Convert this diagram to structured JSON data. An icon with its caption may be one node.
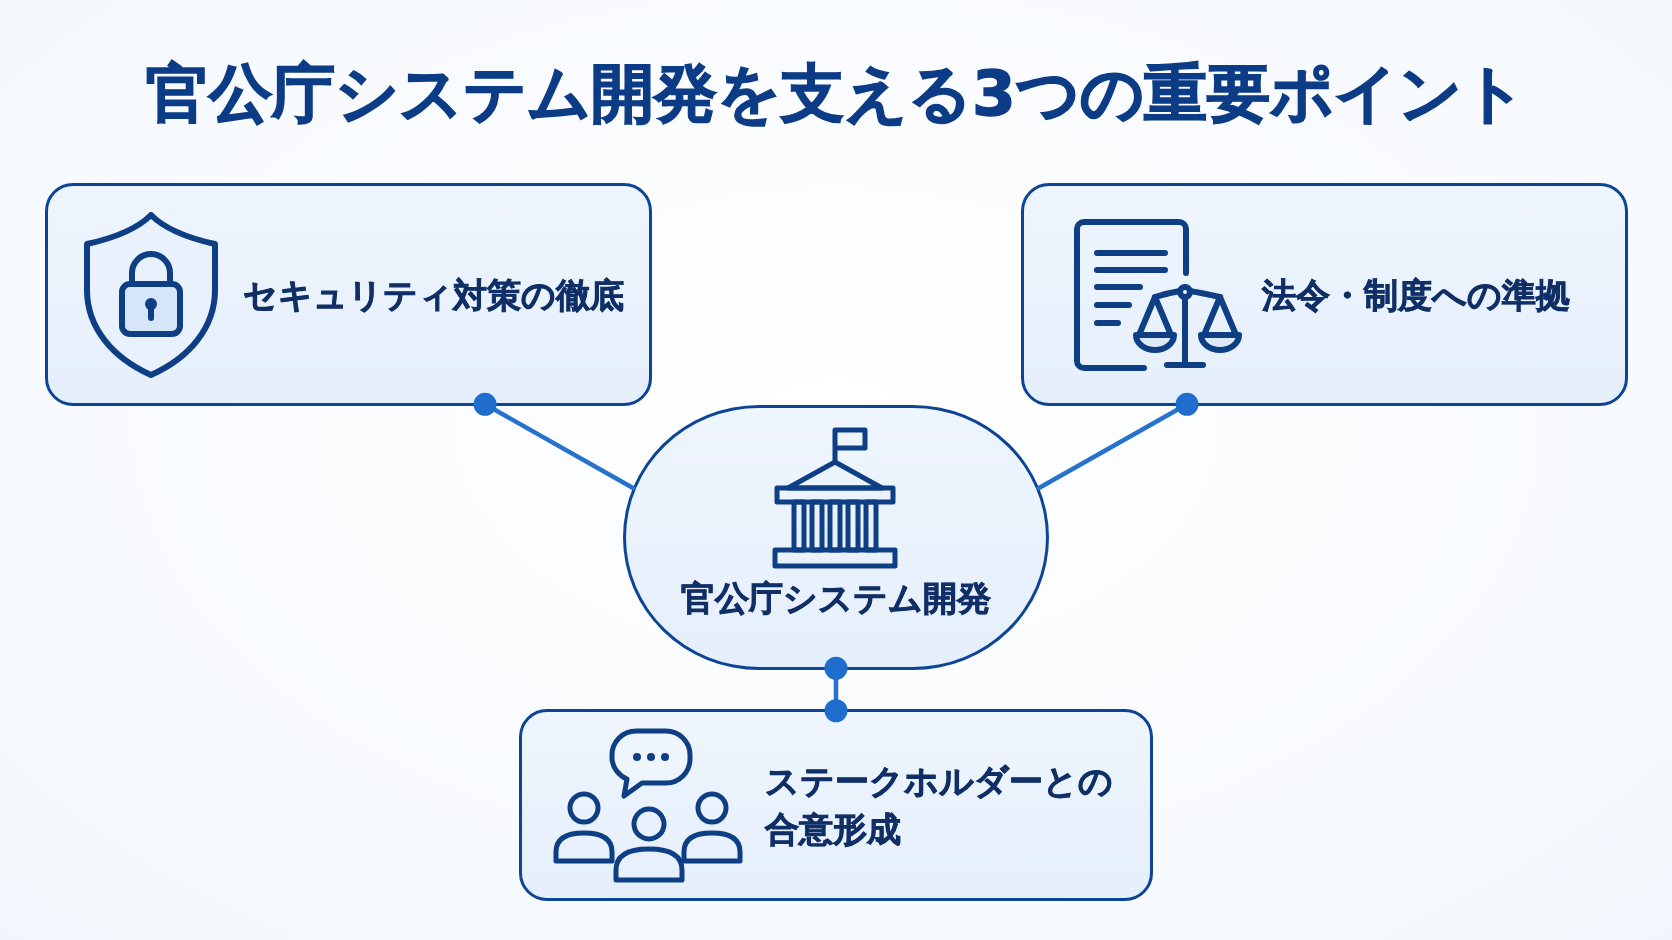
{
  "diagram": {
    "title": "官公庁システム開発を支える3つの重要ポイント",
    "nodes": [
      {
        "text": [
          "セキュリティ対策の徹底"
        ]
      },
      {
        "text": [
          "法令・制度への準拠"
        ]
      },
      {
        "text": [
          "官公庁システム開発"
        ]
      },
      {
        "text": [
          "ステークホルダーとの合意形成"
        ]
      }
    ],
    "edges": [
      {
        "from": 2,
        "to": 0,
        "arrow": "other"
      },
      {
        "from": 2,
        "to": 1,
        "arrow": "other"
      },
      {
        "from": 2,
        "to": 3,
        "arrow": "other"
      }
    ]
  }
}
